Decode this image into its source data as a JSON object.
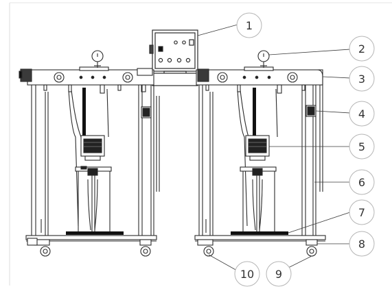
{
  "diagram": {
    "callouts": [
      {
        "label": "1"
      },
      {
        "label": "2"
      },
      {
        "label": "3"
      },
      {
        "label": "4"
      },
      {
        "label": "5"
      },
      {
        "label": "6"
      },
      {
        "label": "7"
      },
      {
        "label": "8"
      },
      {
        "label": "9"
      },
      {
        "label": "10"
      }
    ]
  },
  "colors": {
    "line": "#2a2a2a",
    "dark": "#111111",
    "callout_stroke": "#b5b5b5",
    "callout_text": "#333333",
    "frame": "#dcdcdc"
  }
}
